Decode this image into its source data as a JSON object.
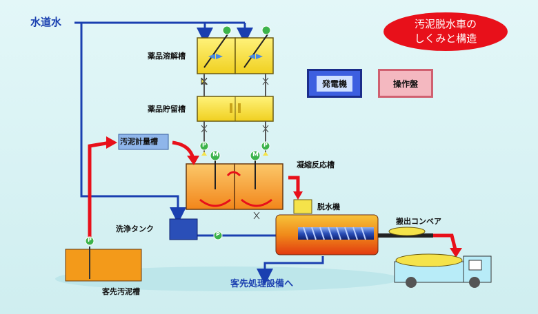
{
  "title": {
    "line1": "汚泥脱水車の",
    "line2": "しくみと構造"
  },
  "labels": {
    "water": "水道水",
    "chem_dissolve": "薬品溶解槽",
    "chem_store": "薬品貯留槽",
    "sludge_meter": "汚泥計量槽",
    "flocc": "凝縮反応槽",
    "dewater": "脱水機",
    "conveyor": "搬出コンベア",
    "wash_tank": "洗浄タンク",
    "sludge_tank": "客先汚泥槽",
    "destination": "客先処理設備へ"
  },
  "boxes": {
    "generator": "発電機",
    "control_panel": "操作盤"
  },
  "symbols": {
    "motor": "M",
    "pump": "P"
  },
  "colors": {
    "water_line": "#1a3fb0",
    "sludge_flow": "#e8101a",
    "tank_fill": "#f39a1a",
    "chem_fill": "#f5e34a"
  }
}
